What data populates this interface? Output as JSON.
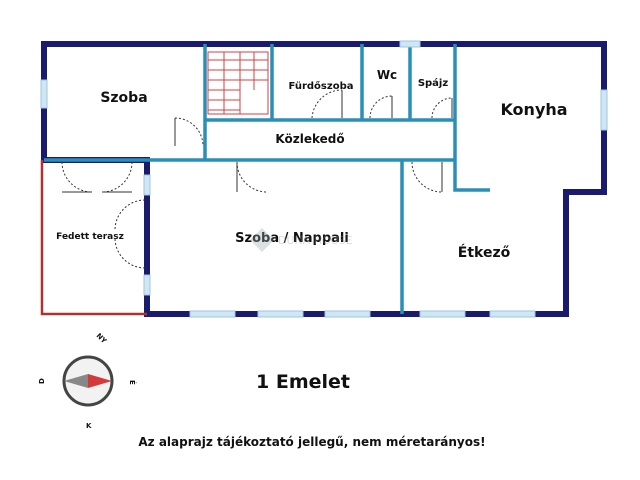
{
  "floor_title": "1 Emelet",
  "disclaimer": "Az alaprajz tájékoztató jellegű, nem méretarányos!",
  "watermark": "DUNA HOUSE",
  "rooms": {
    "szoba": "Szoba",
    "furdoszoba": "Fürdőszoba",
    "wc": "Wc",
    "spajz": "Spájz",
    "konyha": "Konyha",
    "kozlekedo": "Közlekedő",
    "fedett_terasz": "Fedett terasz",
    "szoba_nappali": "Szoba / Nappali",
    "etkezo": "Étkező"
  },
  "compass": {
    "ny": "NY",
    "e": "É",
    "d": "D",
    "k": "K"
  },
  "colors": {
    "outer_wall": "#1a1a6e",
    "inner_wall": "#2a8fb8",
    "terrace_wall": "#b03030",
    "window": "#cfe6f4",
    "compass_arrow": "#d43a3a"
  }
}
